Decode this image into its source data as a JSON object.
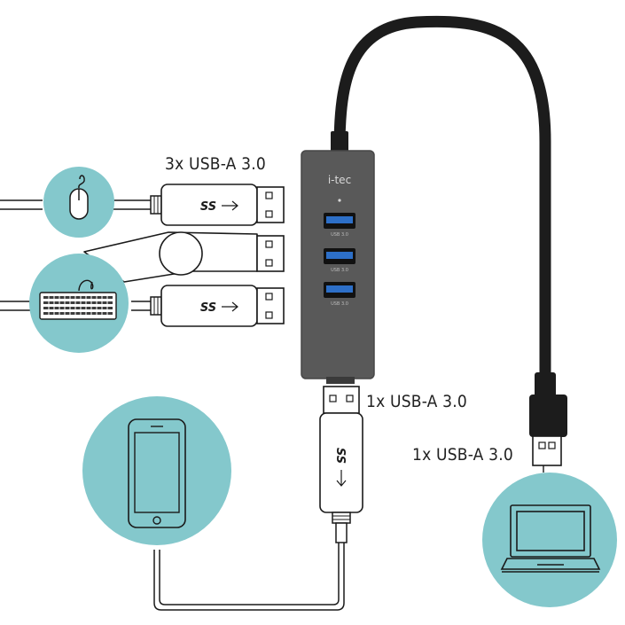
{
  "labels": {
    "hub_ports": "3x USB-A 3.0",
    "hub_bottom_port": "1x USB-A 3.0",
    "hub_cable": "1x USB-A 3.0"
  },
  "hub": {
    "brand": "i-tec",
    "port_marks": [
      "USB 3.0",
      "USB 3.0",
      "USB 3.0"
    ]
  },
  "connector_logo": "SS",
  "colors": {
    "device_circle": "#84c8cc",
    "hub_body": "#595959",
    "cable": "#1c1c1c",
    "port_blue": "#2d6fc7",
    "outline": "#1a1a1a"
  },
  "icons": [
    "mouse-icon",
    "usb-flash-drive-icon",
    "keyboard-icon",
    "smartphone-icon",
    "laptop-icon"
  ]
}
